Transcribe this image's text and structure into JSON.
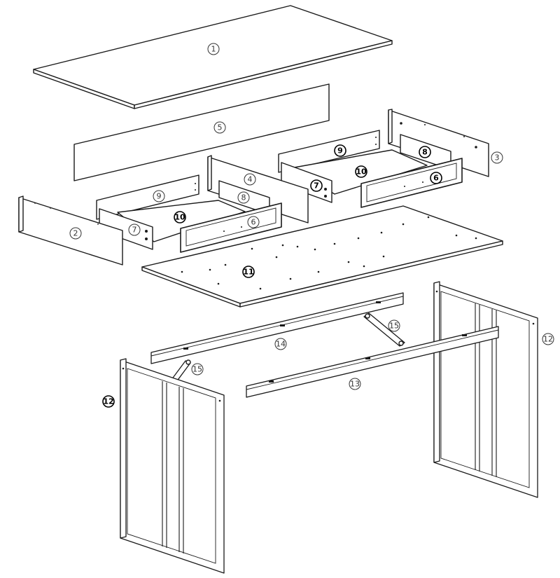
{
  "callouts": [
    {
      "id": "c1",
      "label": "1",
      "bold": false
    },
    {
      "id": "c5",
      "label": "5",
      "bold": false
    },
    {
      "id": "c3",
      "label": "3",
      "bold": false
    },
    {
      "id": "c9r",
      "label": "9",
      "bold": true
    },
    {
      "id": "c8r",
      "label": "8",
      "bold": true
    },
    {
      "id": "c10r",
      "label": "10",
      "bold": true
    },
    {
      "id": "c7r",
      "label": "7",
      "bold": true
    },
    {
      "id": "c6r",
      "label": "6",
      "bold": true
    },
    {
      "id": "c4",
      "label": "4",
      "bold": false
    },
    {
      "id": "c9l",
      "label": "9",
      "bold": false
    },
    {
      "id": "c8l",
      "label": "8",
      "bold": false
    },
    {
      "id": "c2",
      "label": "2",
      "bold": false
    },
    {
      "id": "c10l",
      "label": "10",
      "bold": true
    },
    {
      "id": "c7l",
      "label": "7",
      "bold": false
    },
    {
      "id": "c6l",
      "label": "6",
      "bold": false
    },
    {
      "id": "c11",
      "label": "11",
      "bold": true
    },
    {
      "id": "c15r",
      "label": "15",
      "bold": false
    },
    {
      "id": "c14",
      "label": "14",
      "bold": false
    },
    {
      "id": "c12r",
      "label": "12",
      "bold": false
    },
    {
      "id": "c15l",
      "label": "15",
      "bold": false
    },
    {
      "id": "c13",
      "label": "13",
      "bold": false
    },
    {
      "id": "c12l",
      "label": "12",
      "bold": true
    }
  ],
  "colors": {
    "line": "#1a1a1a",
    "fill": "#ffffff"
  }
}
